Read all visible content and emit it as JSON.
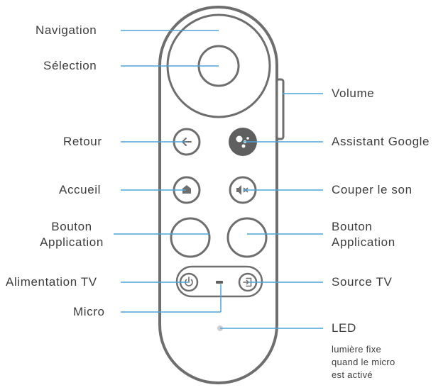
{
  "labels": {
    "navigation": "Navigation",
    "selection": "Sélection",
    "retour": "Retour",
    "accueil": "Accueil",
    "bouton_app_left_line1": "Bouton",
    "bouton_app_left_line2": "Application",
    "alimentation_tv": "Alimentation TV",
    "micro": "Micro",
    "volume": "Volume",
    "assistant_google": "Assistant Google",
    "couper_le_son": "Couper le son",
    "bouton_app_right_line1": "Bouton",
    "bouton_app_right_line2": "Application",
    "source_tv": "Source TV",
    "led": "LED",
    "led_note_line1": "lumière fixe",
    "led_note_line2": "quand le micro",
    "led_note_line3": "est activé"
  },
  "colors": {
    "leader_line": "#4ba3d9",
    "remote_outline": "#6e6e6e",
    "assistant_button": "#5f5f5f",
    "led": "#cfcfcf",
    "text": "#3d3d3d"
  },
  "icons": {
    "retour": "arrow-left-icon",
    "assistant": "google-assistant-icon",
    "accueil": "home-icon",
    "couper_le_son": "mute-icon",
    "alimentation": "power-icon",
    "source": "input-source-icon"
  }
}
